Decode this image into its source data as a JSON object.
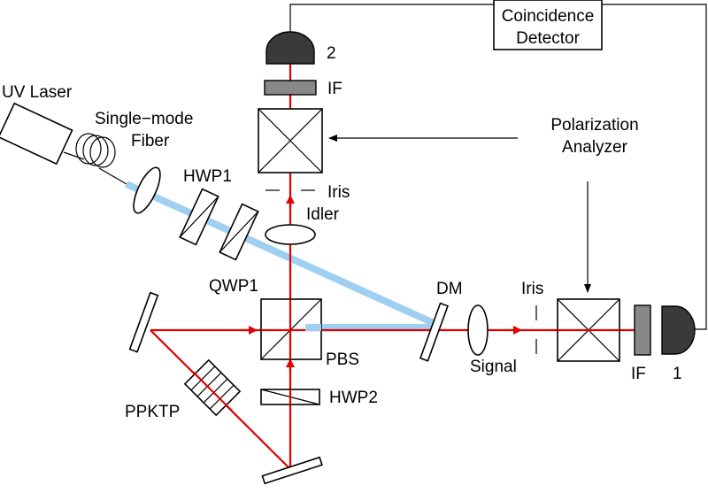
{
  "labels": {
    "uv_laser": "UV Laser",
    "fiber_line1": "Single−mode",
    "fiber_line2": "Fiber",
    "hwp1": "HWP1",
    "qwp1": "QWP1",
    "pbs": "PBS",
    "hwp2": "HWP2",
    "ppktp": "PPKTP",
    "dm": "DM",
    "signal": "Signal",
    "idler": "Idler",
    "iris_top": "Iris",
    "iris_right": "Iris",
    "if_top": "IF",
    "if_right": "IF",
    "detector_2": "2",
    "detector_1": "1",
    "coincidence_line1": "Coincidence",
    "coincidence_line2": "Detector",
    "analyzer_line1": "Polarization",
    "analyzer_line2": "Analyzer"
  },
  "colors": {
    "red_beam": "#e00000",
    "uv_beam": "#9fd0f2",
    "detector": "#3a3a3a",
    "filter": "#888888"
  }
}
